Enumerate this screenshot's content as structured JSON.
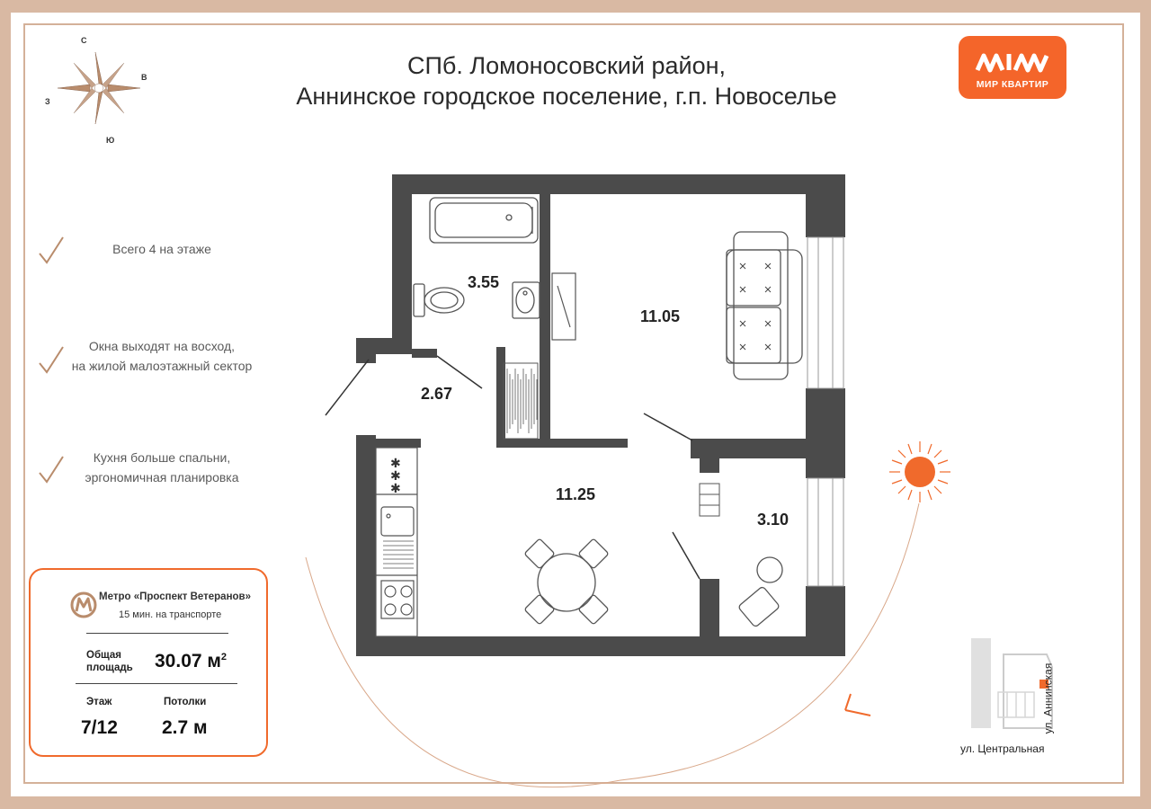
{
  "header": {
    "title_line1": "СПб. Ломоносовский район,",
    "title_line2": "Аннинское городское поселение, г.п. Новоселье"
  },
  "logo": {
    "text": "МИР КВАРТИР",
    "color": "#f4652a"
  },
  "compass": {
    "north": "С",
    "east": "В",
    "west": "З",
    "south": "Ю"
  },
  "features": [
    {
      "line1": "Всего 4 на этаже",
      "line2": ""
    },
    {
      "line1": "Окна выходят на восход,",
      "line2": "на жилой малоэтажный сектор"
    },
    {
      "line1": "Кухня больше спальни,",
      "line2": "эргономичная планировка"
    }
  ],
  "rooms": {
    "bathroom": "3.55",
    "hallway": "2.67",
    "bedroom": "11.05",
    "kitchen": "11.25",
    "loggia": "3.10"
  },
  "info": {
    "metro_name": "Метро «Проспект Ветеранов»",
    "metro_time": "15 мин. на транспорте",
    "area_label_line1": "Общая",
    "area_label_line2": "площадь",
    "area_value": "30.07 м",
    "area_unit_sup": "2",
    "floor_label": "Этаж",
    "floor_value": "7/12",
    "ceiling_label": "Потолки",
    "ceiling_value": "2.7 м"
  },
  "streets": {
    "central": "ул. Центральная",
    "anninskaya": "ул. Аннинская"
  },
  "colors": {
    "accent": "#f06a2c",
    "wall": "#4b4b4b",
    "frame": "#d9b9a3"
  }
}
